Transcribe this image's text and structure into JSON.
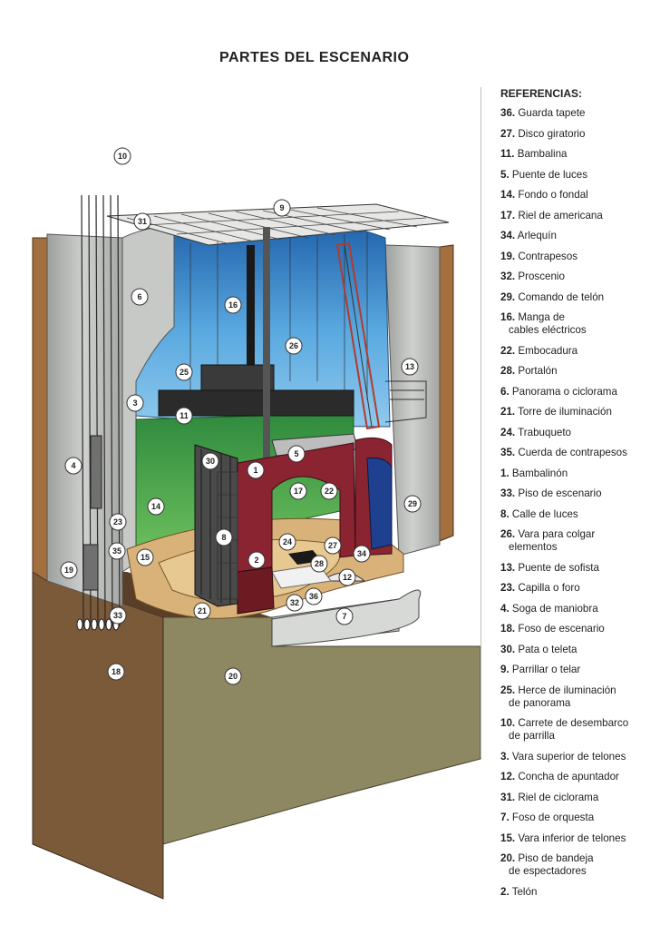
{
  "title": "PARTES DEL ESCENARIO",
  "legend": {
    "heading": "REFERENCIAS:",
    "items": [
      {
        "num": "36.",
        "text": "Guarda tapete",
        "cont": ""
      },
      {
        "num": "27.",
        "text": "Disco giratorio",
        "cont": ""
      },
      {
        "num": "11.",
        "text": "Bambalina",
        "cont": ""
      },
      {
        "num": "5.",
        "text": "Puente de luces",
        "cont": ""
      },
      {
        "num": "14.",
        "text": "Fondo o fondal",
        "cont": ""
      },
      {
        "num": "17.",
        "text": "Riel de americana",
        "cont": ""
      },
      {
        "num": "34.",
        "text": "Arlequín",
        "cont": ""
      },
      {
        "num": "19.",
        "text": "Contrapesos",
        "cont": ""
      },
      {
        "num": "32.",
        "text": "Proscenio",
        "cont": ""
      },
      {
        "num": "29.",
        "text": "Comando de telón",
        "cont": ""
      },
      {
        "num": "16.",
        "text": "Manga de",
        "cont": "cables eléctricos"
      },
      {
        "num": "22.",
        "text": "Embocadura",
        "cont": ""
      },
      {
        "num": "28.",
        "text": "Portalón",
        "cont": ""
      },
      {
        "num": "6.",
        "text": "Panorama o ciclorama",
        "cont": ""
      },
      {
        "num": "21.",
        "text": "Torre de iluminación",
        "cont": ""
      },
      {
        "num": "24.",
        "text": "Trabuqueto",
        "cont": ""
      },
      {
        "num": "35.",
        "text": "Cuerda de contrapesos",
        "cont": ""
      },
      {
        "num": "1.",
        "text": "Bambalinón",
        "cont": ""
      },
      {
        "num": "33.",
        "text": "Piso de escenario",
        "cont": ""
      },
      {
        "num": "8.",
        "text": "Calle de luces",
        "cont": ""
      },
      {
        "num": "26.",
        "text": "Vara para colgar",
        "cont": "elementos"
      },
      {
        "num": "13.",
        "text": "Puente de sofista",
        "cont": ""
      },
      {
        "num": "23.",
        "text": "Capilla o foro",
        "cont": ""
      },
      {
        "num": "4.",
        "text": "Soga de maniobra",
        "cont": ""
      },
      {
        "num": "18.",
        "text": "Foso de escenario",
        "cont": ""
      },
      {
        "num": "30.",
        "text": "Pata o teleta",
        "cont": ""
      },
      {
        "num": "9.",
        "text": "Parrillar o telar",
        "cont": ""
      },
      {
        "num": "25.",
        "text": "Herce de iluminación",
        "cont": "de panorama"
      },
      {
        "num": "10.",
        "text": "Carrete de desembarco",
        "cont": "de parrilla"
      },
      {
        "num": "3.",
        "text": "Vara superior de telones",
        "cont": ""
      },
      {
        "num": "12.",
        "text": "Concha de apuntador",
        "cont": ""
      },
      {
        "num": "31.",
        "text": "Riel de ciclorama",
        "cont": ""
      },
      {
        "num": "7.",
        "text": "Foso de orquesta",
        "cont": ""
      },
      {
        "num": "15.",
        "text": "Vara inferior de telones",
        "cont": ""
      },
      {
        "num": "20.",
        "text": "Piso de bandeja",
        "cont": "de espectadores"
      },
      {
        "num": "2.",
        "text": "Telón",
        "cont": ""
      }
    ]
  },
  "callouts": [
    "10",
    "31",
    "9",
    "6",
    "16",
    "26",
    "25",
    "13",
    "3",
    "11",
    "5",
    "4",
    "30",
    "1",
    "17",
    "22",
    "29",
    "14",
    "23",
    "8",
    "24",
    "27",
    "35",
    "15",
    "2",
    "28",
    "34",
    "19",
    "12",
    "36",
    "32",
    "21",
    "7",
    "33",
    "18",
    "20"
  ],
  "colors": {
    "cyclorama_blue": "#4c9fd8",
    "backdrop_green": "#4aa54e",
    "curtain_red": "#8a2430",
    "curtain_blue": "#1f3f8f",
    "stage_floor": "#d9b27a",
    "auditorium_floor": "#8c8760",
    "wall_grey": "#b5b7b4",
    "wall_brown": "#a36f3e"
  }
}
